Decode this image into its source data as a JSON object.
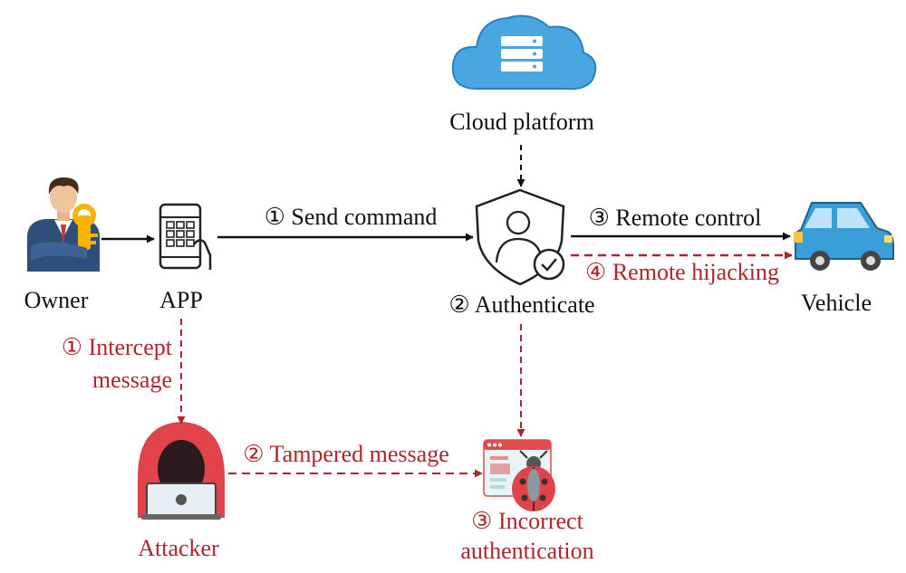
{
  "colors": {
    "normal_flow": "#111111",
    "attack_flow": "#b0252a",
    "cloud": "#4aa6e0",
    "car": "#3a9fd8",
    "hacker": "#e0434a"
  },
  "nodes": {
    "owner": {
      "label": "Owner",
      "icon": "owner-with-key-icon"
    },
    "app": {
      "label": "APP",
      "icon": "smartphone-app-icon"
    },
    "cloud": {
      "label": "Cloud platform",
      "icon": "cloud-server-icon"
    },
    "authenticate": {
      "label": "② Authenticate",
      "icon": "shield-user-check-icon"
    },
    "vehicle": {
      "label": "Vehicle",
      "icon": "car-icon"
    },
    "attacker": {
      "label": "Attacker",
      "icon": "hacker-laptop-icon"
    },
    "incorrect_auth": {
      "label_line1": "③ Incorrect",
      "label_line2": "authentication",
      "icon": "browser-bug-icon"
    }
  },
  "edges": {
    "send_command": "① Send command",
    "remote_control": "③ Remote control",
    "remote_hijacking": "④ Remote hijacking",
    "intercept_line1": "① Intercept",
    "intercept_line2": "message",
    "tampered_message": "② Tampered message"
  }
}
